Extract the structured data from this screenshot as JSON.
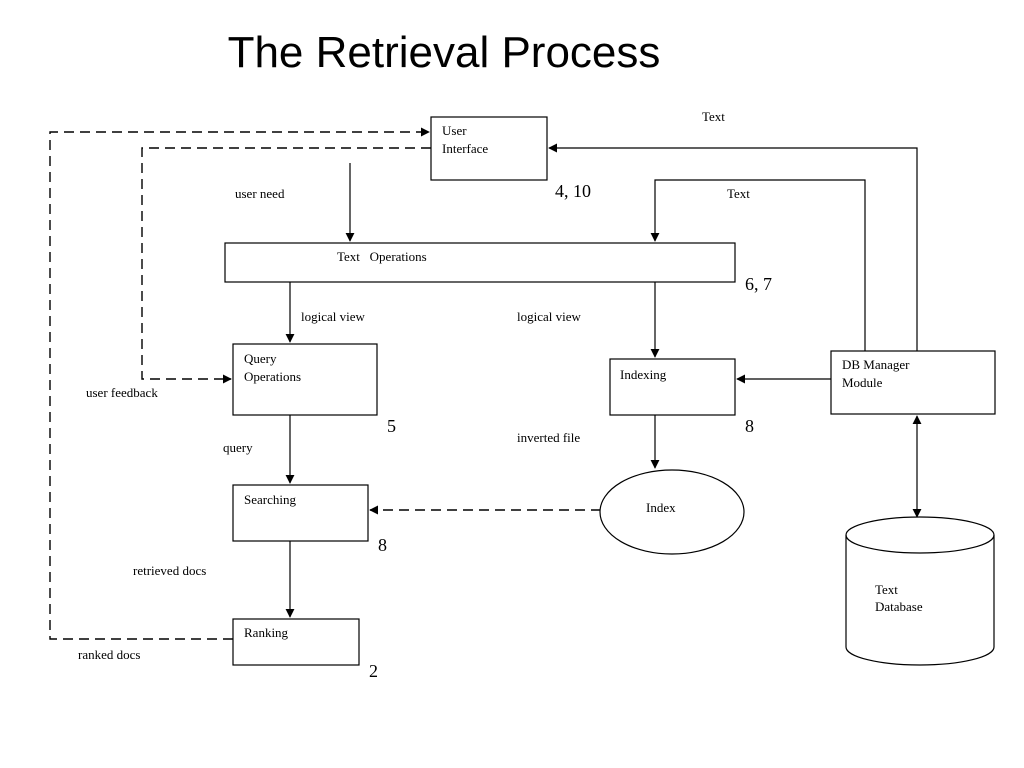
{
  "title": "The Retrieval Process",
  "nodes": {
    "user_interface": [
      "User",
      "Interface"
    ],
    "text_operations": "Text   Operations",
    "query_operations": [
      "Query",
      "Operations"
    ],
    "indexing": "Indexing",
    "searching": "Searching",
    "ranking": "Ranking",
    "index": "Index",
    "db_manager": [
      "DB Manager",
      "Module"
    ],
    "text_database": [
      "Text",
      "Database"
    ]
  },
  "edge_labels": {
    "text_top": "Text",
    "text_mid": "Text",
    "user_need": "user need",
    "logical_view_left": "logical view",
    "logical_view_right": "logical view",
    "user_feedback": "user feedback",
    "query": "query",
    "inverted_file": "inverted file",
    "retrieved_docs": "retrieved docs",
    "ranked_docs": "ranked docs"
  },
  "chapter_numbers": {
    "user_interface": "4, 10",
    "text_operations": "6, 7",
    "query_operations": "5",
    "indexing": "8",
    "searching": "8",
    "ranking": "2"
  }
}
